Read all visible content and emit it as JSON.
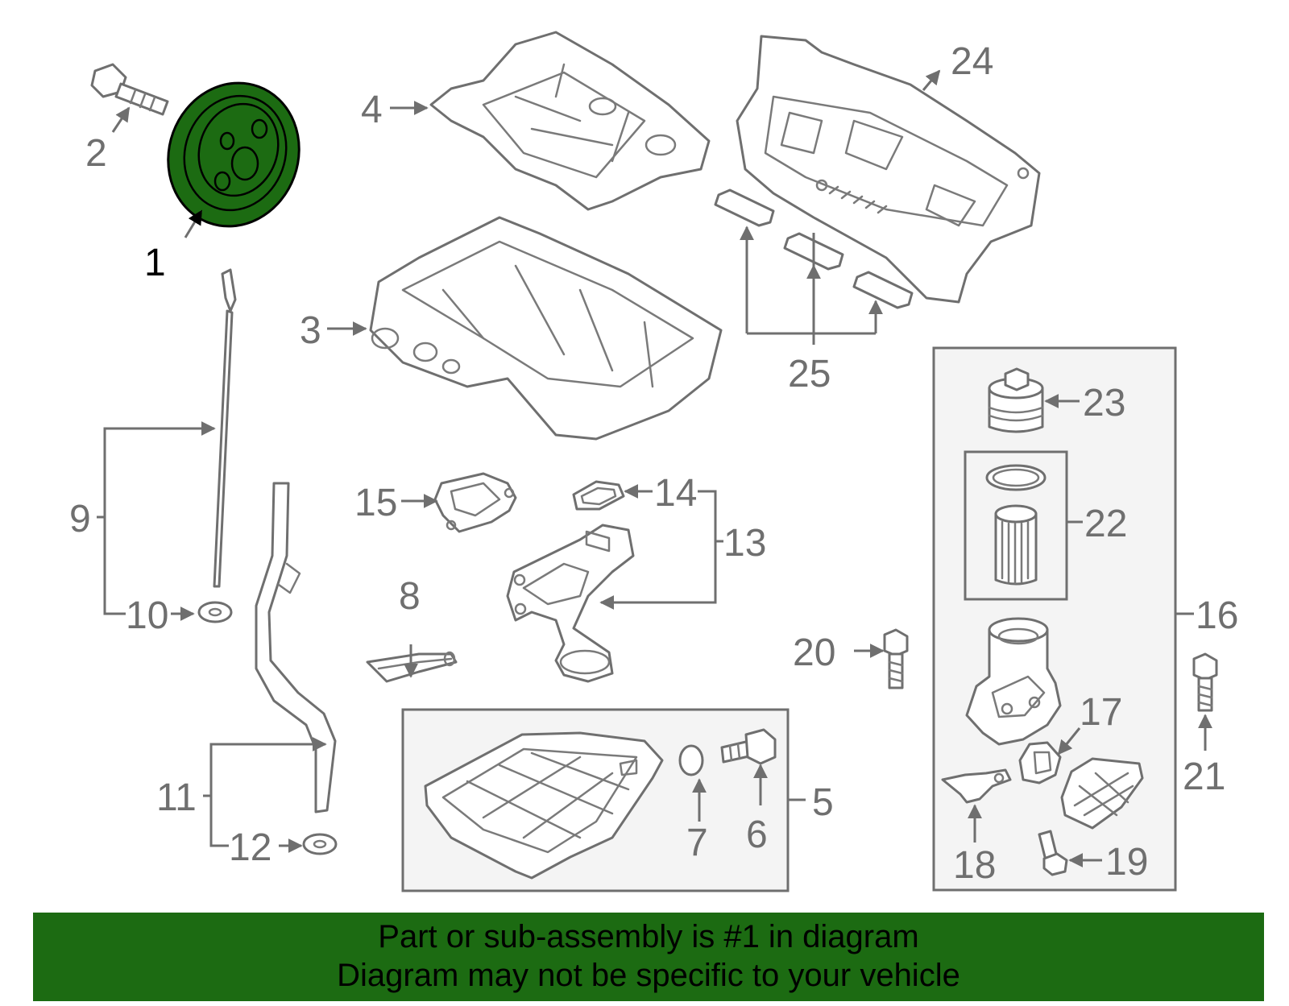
{
  "highlight_color": "#1c6b12",
  "labels": {
    "l1": "1",
    "l2": "2",
    "l3": "3",
    "l4": "4",
    "l5": "5",
    "l6": "6",
    "l7": "7",
    "l8": "8",
    "l9": "9",
    "l10": "10",
    "l11": "11",
    "l12": "12",
    "l13": "13",
    "l14": "14",
    "l15": "15",
    "l16": "16",
    "l17": "17",
    "l18": "18",
    "l19": "19",
    "l20": "20",
    "l21": "21",
    "l22": "22",
    "l23": "23",
    "l24": "24",
    "l25": "25"
  },
  "banner": {
    "line1": "Part or sub-assembly is #1 in diagram",
    "line2": "Diagram may not be specific to your vehicle"
  }
}
